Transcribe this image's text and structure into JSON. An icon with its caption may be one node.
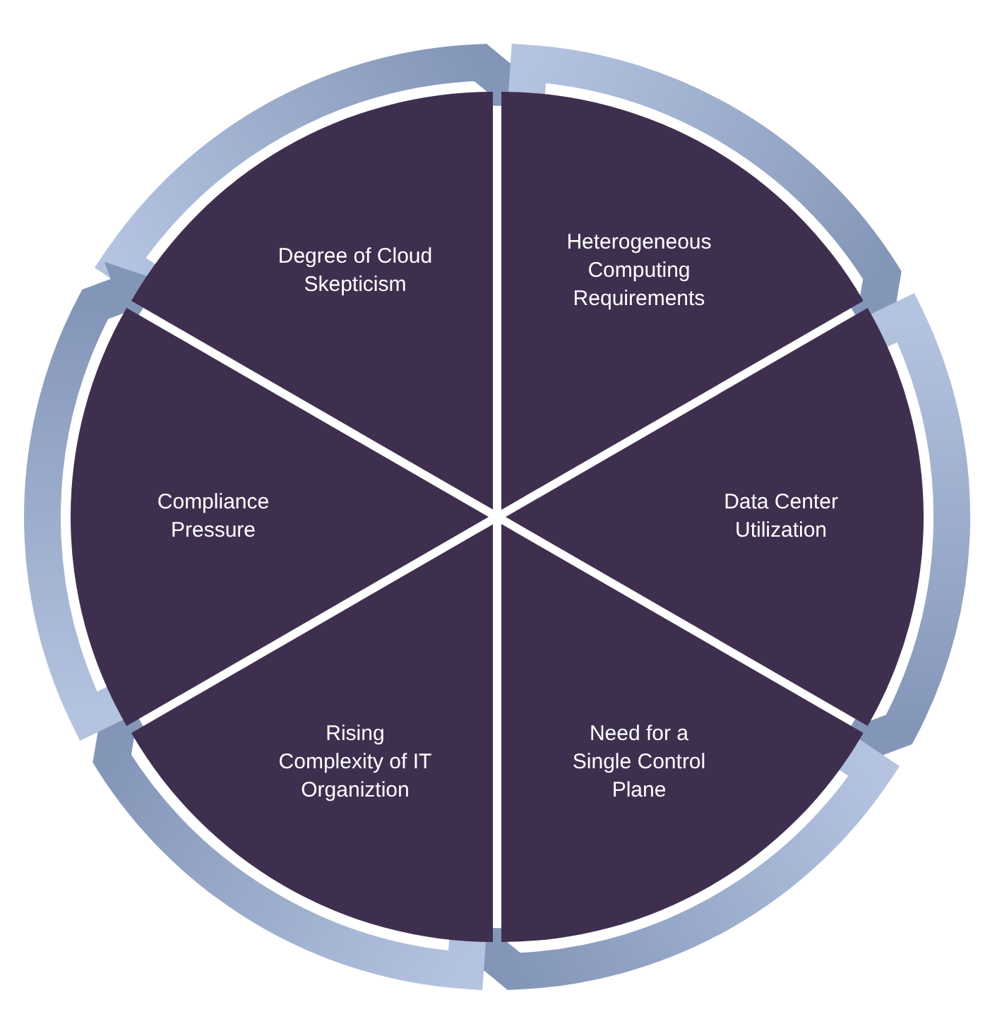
{
  "diagram": {
    "nodes": [
      {
        "text": [
          "Degree of Cloud Skepticism"
        ]
      },
      {
        "text": [
          "Heterogeneous Computing Requirements"
        ]
      },
      {
        "text": [
          "Data Center Utilization"
        ]
      },
      {
        "text": [
          "Need for a Single Control Plane"
        ]
      },
      {
        "text": [
          "Rising Complexity of IT Organiztion"
        ]
      },
      {
        "text": [
          "Compliance Pressure"
        ]
      }
    ],
    "edges": [
      {
        "from": 0,
        "to": 1,
        "arrow": "to"
      },
      {
        "from": 1,
        "to": 2,
        "arrow": "to"
      },
      {
        "from": 2,
        "to": 3,
        "arrow": "to"
      },
      {
        "from": 3,
        "to": 4,
        "arrow": "to"
      },
      {
        "from": 4,
        "to": 5,
        "arrow": "to"
      },
      {
        "from": 5,
        "to": 0,
        "arrow": "to"
      }
    ]
  }
}
